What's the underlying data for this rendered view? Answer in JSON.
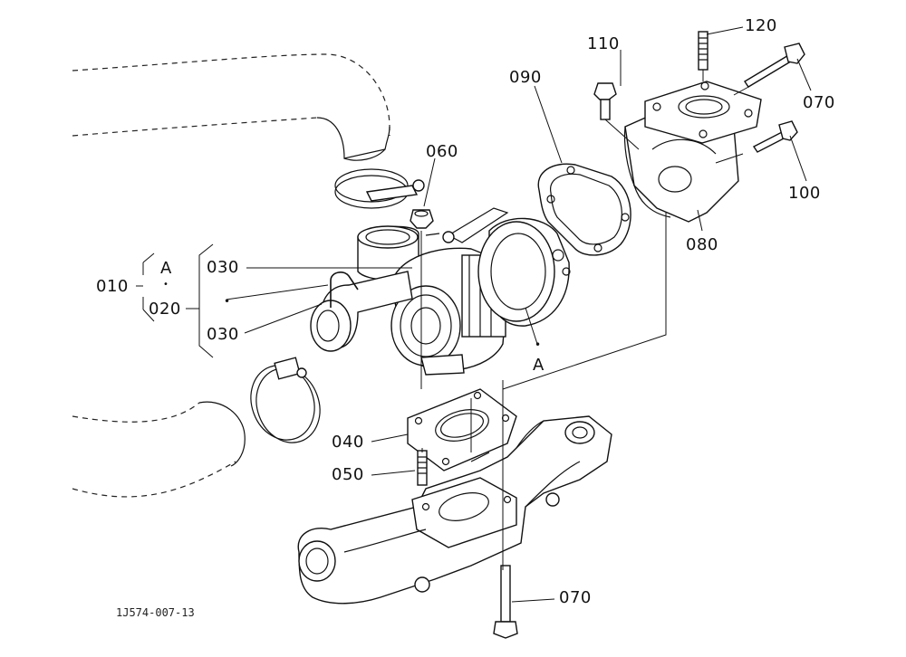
{
  "diagram": {
    "drawing_code": "1J574-007-13",
    "callouts": {
      "p010": "010",
      "p020": "020",
      "p030a": "030",
      "p030b": "030",
      "p040": "040",
      "p050": "050",
      "p060": "060",
      "p070a": "070",
      "p070b": "070",
      "p080": "080",
      "p090": "090",
      "p100": "100",
      "p110": "110",
      "p120": "120"
    },
    "marks": {
      "a_left": "A",
      "a_right": "A",
      "dot": "•"
    }
  }
}
